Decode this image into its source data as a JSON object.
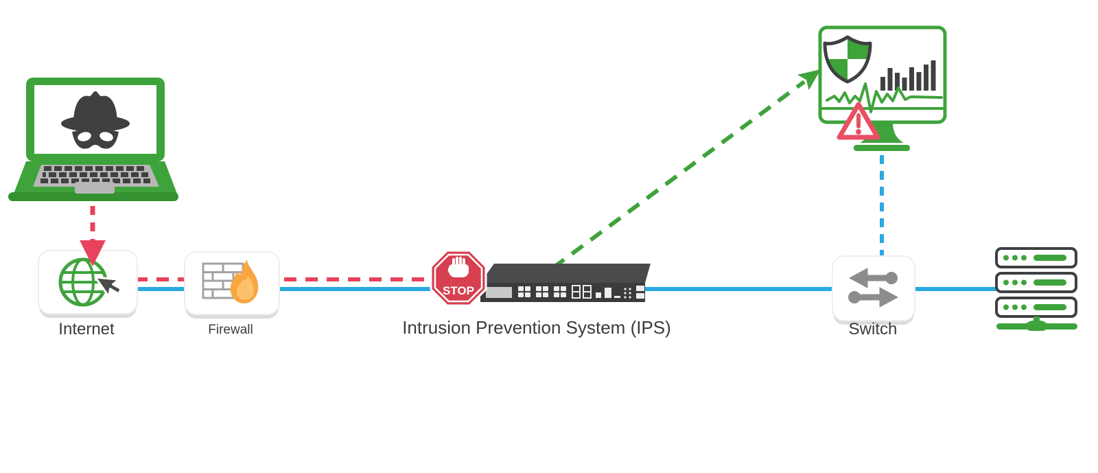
{
  "diagram": {
    "nodes": {
      "attacker": {
        "icon": "hacker-laptop-icon",
        "label": ""
      },
      "internet": {
        "icon": "globe-cursor-icon",
        "label": "Internet"
      },
      "firewall": {
        "icon": "firewall-brick-flame-icon",
        "label": "Firewall"
      },
      "stop_sign": {
        "icon": "stop-hand-icon",
        "text": "STOP"
      },
      "ips_appliance": {
        "icon": "rack-appliance-icon",
        "label": "Intrusion Prevention System (IPS)"
      },
      "monitor": {
        "icon": "security-monitor-icon",
        "sub_icons": [
          "shield-check-icon",
          "bar-chart-icon",
          "activity-line-icon",
          "warning-triangle-icon"
        ],
        "label": ""
      },
      "switch": {
        "icon": "switch-arrows-icon",
        "label": "Switch"
      },
      "servers": {
        "icon": "server-stack-icon",
        "label": ""
      }
    },
    "connections": [
      {
        "from": "attacker",
        "to": "internet",
        "style": "dashed-arrow",
        "color": "#e8435c"
      },
      {
        "from": "internet",
        "to": "stop_sign",
        "style": "dashed",
        "color": "#e8435c"
      },
      {
        "from": "internet",
        "to": "servers",
        "style": "solid",
        "color": "#29a9e2"
      },
      {
        "from": "ips_appliance",
        "to": "monitor",
        "style": "dashed-arrow",
        "color": "#3fa33c"
      },
      {
        "from": "monitor",
        "to": "switch",
        "style": "dashed",
        "color": "#29a9e2"
      }
    ],
    "colors": {
      "green": "#3fa33c",
      "blue": "#29a9e2",
      "alert_red": "#e8435c",
      "stop_sign_red": "#d64050",
      "warning_red": "#e94f63",
      "dark": "#3f4042",
      "background": "#ffffff"
    }
  }
}
